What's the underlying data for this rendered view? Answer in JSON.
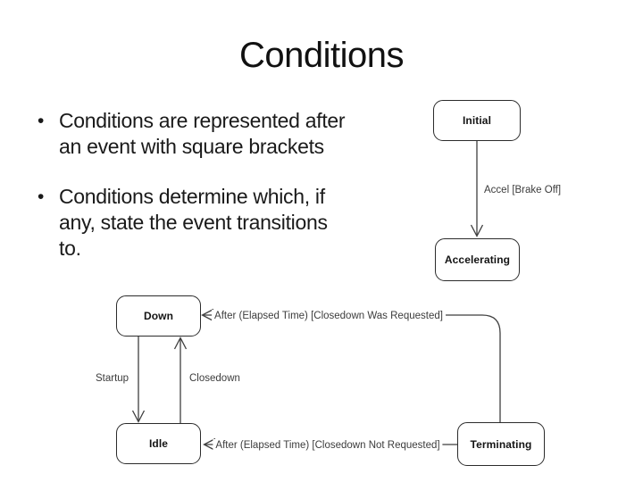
{
  "slide": {
    "title": "Conditions",
    "bullet_char": "•"
  },
  "bullets": [
    {
      "lines": [
        "Conditions are represented after",
        "an event with square brackets"
      ]
    },
    {
      "lines": [
        "Conditions determine which, if",
        "any, state the event transitions",
        "to."
      ]
    }
  ],
  "diagram_accel": {
    "states": [
      {
        "label": "Initial"
      },
      {
        "label": "Accelerating"
      }
    ],
    "transitions": [
      {
        "label": "Accel [Brake Off]",
        "from": "Initial",
        "to": "Accelerating"
      }
    ]
  },
  "diagram_lifecycle": {
    "states": [
      {
        "label": "Down"
      },
      {
        "label": "Idle"
      },
      {
        "label": "Terminating"
      }
    ],
    "transitions": [
      {
        "label": "After (Elapsed Time) [Closedown Was Requested]",
        "from": "Terminating",
        "to": "Down"
      },
      {
        "label": "Startup",
        "from": "Down",
        "to": "Idle"
      },
      {
        "label": "Closedown",
        "from": "Idle",
        "to": "Down"
      },
      {
        "label": "After (Elapsed Time) [Closedown Not Requested]",
        "from": "Terminating",
        "to": "Idle"
      }
    ]
  },
  "colors": {
    "background": "#ffffff",
    "title_text": "#111111",
    "body_text": "#1a1a1a",
    "state_border": "#2b2b2b",
    "edge_stroke": "#3f3f3f",
    "edge_label_text": "#3c3c3c"
  }
}
